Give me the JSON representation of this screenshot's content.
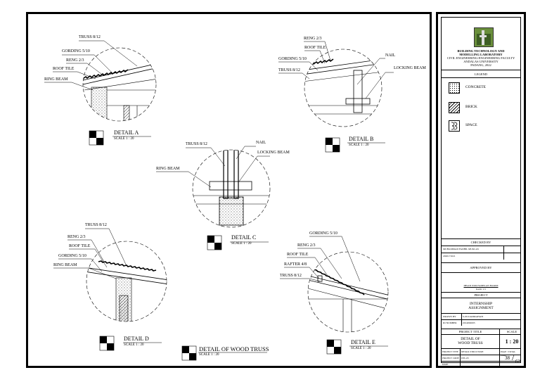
{
  "details": {
    "a": {
      "title": "DETAIL A",
      "scale": "SCALE 1 : 20",
      "labels": [
        "TRUSS 8/12",
        "GORDING 5/10",
        "RENG 2/3",
        "ROOF TILE",
        "RING BEAM"
      ]
    },
    "b": {
      "title": "DETAIL B",
      "scale": "SCALE 1 : 20",
      "labels": [
        "RENG 2/3",
        "ROOF TILE",
        "GORDING 5/10",
        "TRUSS 8/12",
        "NAIL",
        "LOCKING BEAM"
      ]
    },
    "c": {
      "title": "DETAIL C",
      "scale": "SCALE 1 : 20",
      "labels": [
        "TRUSS 8/12",
        "NAIL",
        "LOCKING BEAM",
        "RING BEAM"
      ]
    },
    "d": {
      "title": "DETAIL D",
      "scale": "SCALE 1 : 20",
      "labels": [
        "TRUSS 8/12",
        "RENG 2/3",
        "ROOF TILE",
        "GORDING 5/10",
        "RING BEAM"
      ]
    },
    "e": {
      "title": "DETAIL E",
      "scale": "SCALE 1 : 20",
      "labels": [
        "GORDING 5/10",
        "RENG 2/3",
        "ROOF TILE",
        "RAFTER 4/8",
        "TRUSS 8/12"
      ]
    },
    "main": {
      "title": "DETAIL OF WOOD TRUSS",
      "scale": "SCALE 1 : 20"
    }
  },
  "titleblock": {
    "org_line1": "BUILDING TECHNOLOGY AND",
    "org_line2": "MODELLING LABORATORY",
    "org_line3": "CIVIL ENGINEERING-ENGINEERING FACULTY",
    "org_line4": "ANDALAS UNIVERSITY",
    "org_line5": "PADANG, 2022",
    "legend_title": "LEGEND",
    "legend": [
      {
        "label": "CONCRETE"
      },
      {
        "label": "BRICK"
      },
      {
        "label": "SPACE"
      }
    ],
    "checked_by": "CHECKED BY",
    "checker_name": "MUHAMMAD FADHIL MUKLAS",
    "checker_id": "2020171021",
    "approved_by": "APPROVED BY",
    "approver_name": "IHSAN NUR FADHLAN HAKIM",
    "approver_role": "Kadiv 1.5",
    "project_label": "PROJECT",
    "project_line1": "INTERNSHIP",
    "project_line2": "ASSIGNMENT",
    "drawn_by_label": "DRAWN BY",
    "drawn_by_value": "S.ZULIAMRAHATI",
    "id_label": "ID NUMBER",
    "id_value": "2014002003",
    "project_title_label": "PROJECT TITLE",
    "scale_label": "SCALE",
    "project_title_1": "DETAIL OF",
    "project_title_2": "WOOD TRUSS",
    "scale_value": "1 : 20",
    "project_type_label": "PROJECT TYPE",
    "project_type_value": "DETAIL STRUCTURE",
    "page_total_label": "PAGE / TOTAL PAGE",
    "project_code_label": "PROJECT CODE",
    "project_code_value": "DTL-05",
    "date_label": "DATE",
    "page_number": "38",
    "total_pages": "62"
  }
}
